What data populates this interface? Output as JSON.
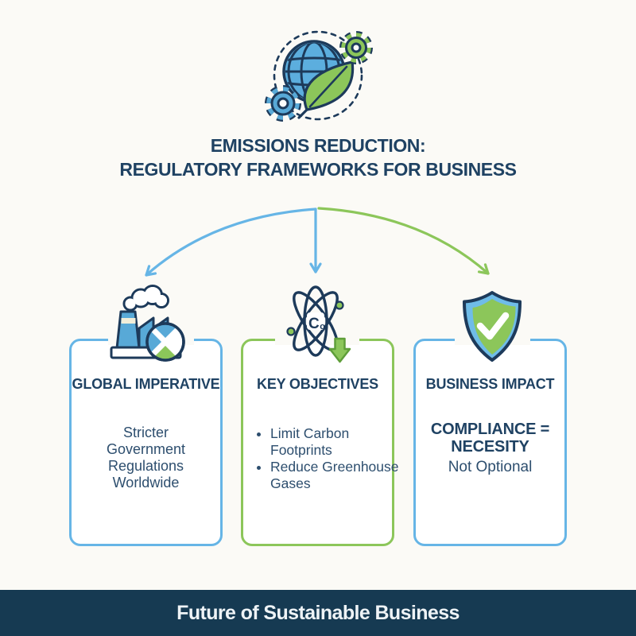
{
  "colors": {
    "accent_blue": "#66b5e6",
    "accent_green": "#8cc65a",
    "icon_blue": "#58a9d7",
    "navy_outline": "#1d3a5a",
    "title_text": "#1f4263",
    "body_text": "#2d4e6e",
    "banner_background": "#163a52",
    "banner_text": "#eef3f6",
    "page_background": "#fbfaf6",
    "card_background": "#ffffff"
  },
  "header": {
    "icon": "globe-leaf-gears-icon",
    "title_line1": "EMISSIONS REDUCTION:",
    "title_line2": "REGULATORY FRAMEWORKS FOR BUSINESS"
  },
  "cards": [
    {
      "icon": "factory-emissions-icon",
      "title": "GLOBAL IMPERATIVE",
      "body_lines": [
        "Stricter",
        "Government",
        "Regulations",
        "Worldwide"
      ]
    },
    {
      "icon": "atom-co2-reduction-icon",
      "title": "KEY OBJECTIVES",
      "atom_symbol": "C",
      "atom_symbol_sub": "o",
      "bullets": [
        "Limit Carbon Footprints",
        "Reduce Greenhouse Gases"
      ]
    },
    {
      "icon": "shield-checkmark-icon",
      "title": "BUSINESS IMPACT",
      "statement_line1": "COMPLIANCE =",
      "statement_line2": "NECESITY",
      "subtext": "Not Optional"
    }
  ],
  "footer": {
    "label": "Future of Sustainable Business"
  }
}
